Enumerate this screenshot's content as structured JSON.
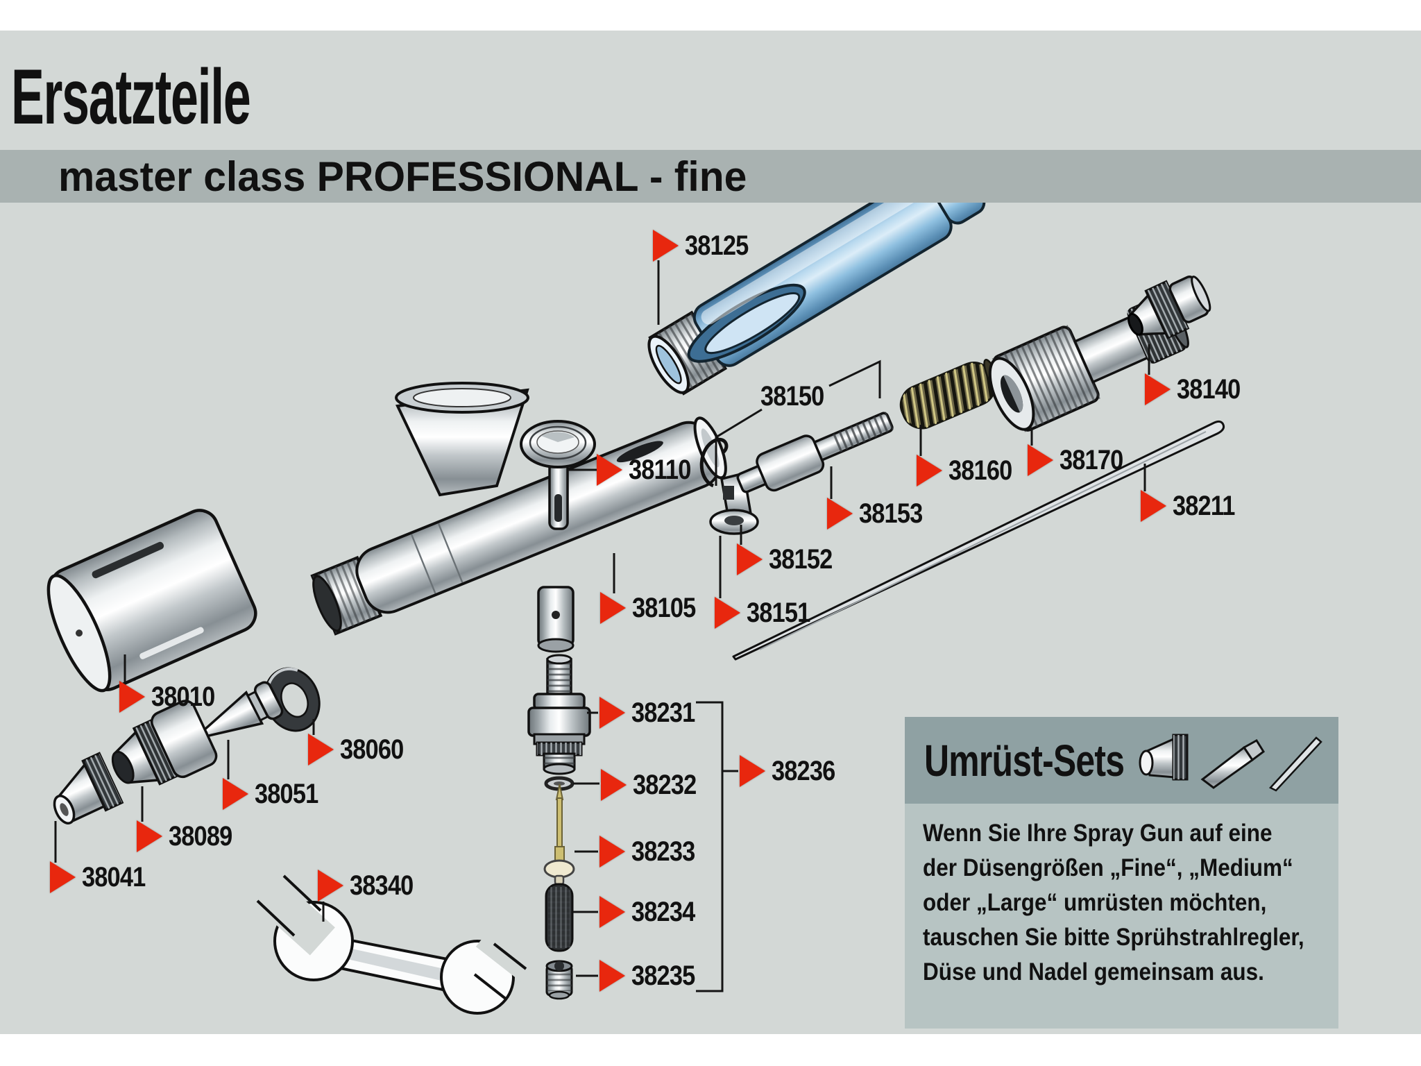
{
  "header": {
    "title": "Ersatzteile",
    "subtitle": "master class PROFESSIONAL - fine"
  },
  "parts": {
    "p38010": "38010",
    "p38041": "38041",
    "p38051": "38051",
    "p38060": "38060",
    "p38089": "38089",
    "p38105": "38105",
    "p38110": "38110",
    "p38125": "38125",
    "p38140": "38140",
    "p38150": "38150",
    "p38151": "38151",
    "p38152": "38152",
    "p38153": "38153",
    "p38160": "38160",
    "p38170": "38170",
    "p38211": "38211",
    "p38231": "38231",
    "p38232": "38232",
    "p38233": "38233",
    "p38234": "38234",
    "p38235": "38235",
    "p38236": "38236",
    "p38340": "38340"
  },
  "info_box": {
    "title": "Umrüst-Sets",
    "lines": [
      "Wenn Sie Ihre Spray Gun auf eine",
      "der Düsengrößen „Fine“, „Medium“",
      "oder „Large“ umrüsten möchten,",
      "tauschen Sie bitte Sprühstrahlregler,",
      "Düse und Nadel gemeinsam aus."
    ]
  },
  "icons": {
    "marker": "flag-marker-icon",
    "air_cap": "air-cap-icon",
    "nozzle": "nozzle-icon",
    "needle": "needle-icon"
  },
  "colors": {
    "page_background": "#d3d8d6",
    "band": "#a9b2b1",
    "info_header": "#8fa1a3",
    "info_body": "#b7c4c3",
    "flag_red": "#e8270e",
    "handle_blue": "#8ab8da",
    "outline": "#111111"
  }
}
